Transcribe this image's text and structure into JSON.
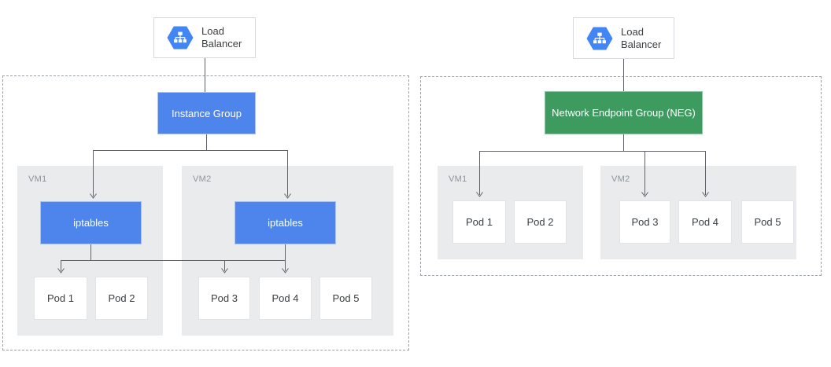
{
  "colors": {
    "blue_node": "#4E85EC",
    "green_node": "#3E9B5F",
    "vm_fill": "#E9EBED",
    "connector": "#5F6368",
    "dashed_border": "#9AA0A6",
    "icon_hexagon": "#4285F4"
  },
  "left_diagram": {
    "load_balancer_label": "Load Balancer",
    "load_balancer_icon": "load-balancer-hexagon-icon",
    "group_label": "Instance Group",
    "vm1": {
      "name": "VM1",
      "node_label": "iptables",
      "pods": [
        "Pod 1",
        "Pod 2"
      ]
    },
    "vm2": {
      "name": "VM2",
      "node_label": "iptables",
      "pods": [
        "Pod 3",
        "Pod 4",
        "Pod 5"
      ]
    }
  },
  "right_diagram": {
    "load_balancer_label": "Load Balancer",
    "load_balancer_icon": "load-balancer-hexagon-icon",
    "group_label": "Network Endpoint Group (NEG)",
    "vm1": {
      "name": "VM1",
      "pods": [
        "Pod 1",
        "Pod 2"
      ]
    },
    "vm2": {
      "name": "VM2",
      "pods": [
        "Pod 3",
        "Pod 4",
        "Pod 5"
      ]
    }
  }
}
